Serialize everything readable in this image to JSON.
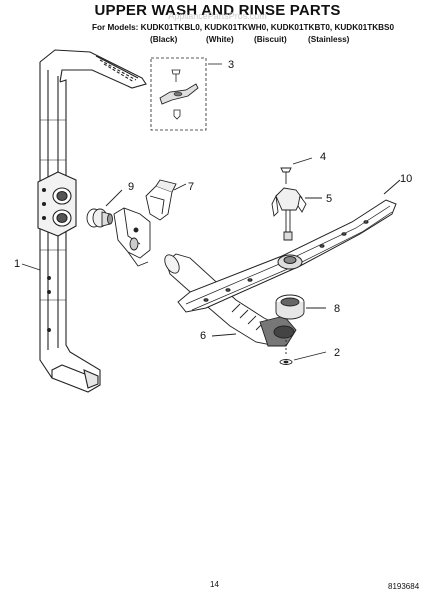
{
  "header": {
    "title": "UPPER WASH AND RINSE PARTS",
    "watermark": "AppliancePartsPros.com",
    "models_line": "For Models: KUDK01TKBL0, KUDK01TKWH0, KUDK01TKBT0, KUDK01TKBS0",
    "colors": [
      "(Black)",
      "(White)",
      "(Biscuit)",
      "(Stainless)"
    ]
  },
  "callouts": [
    "1",
    "2",
    "3",
    "4",
    "5",
    "6",
    "7",
    "8",
    "9",
    "10"
  ],
  "footer": {
    "page_number": "14",
    "doc_code": "8193684"
  }
}
